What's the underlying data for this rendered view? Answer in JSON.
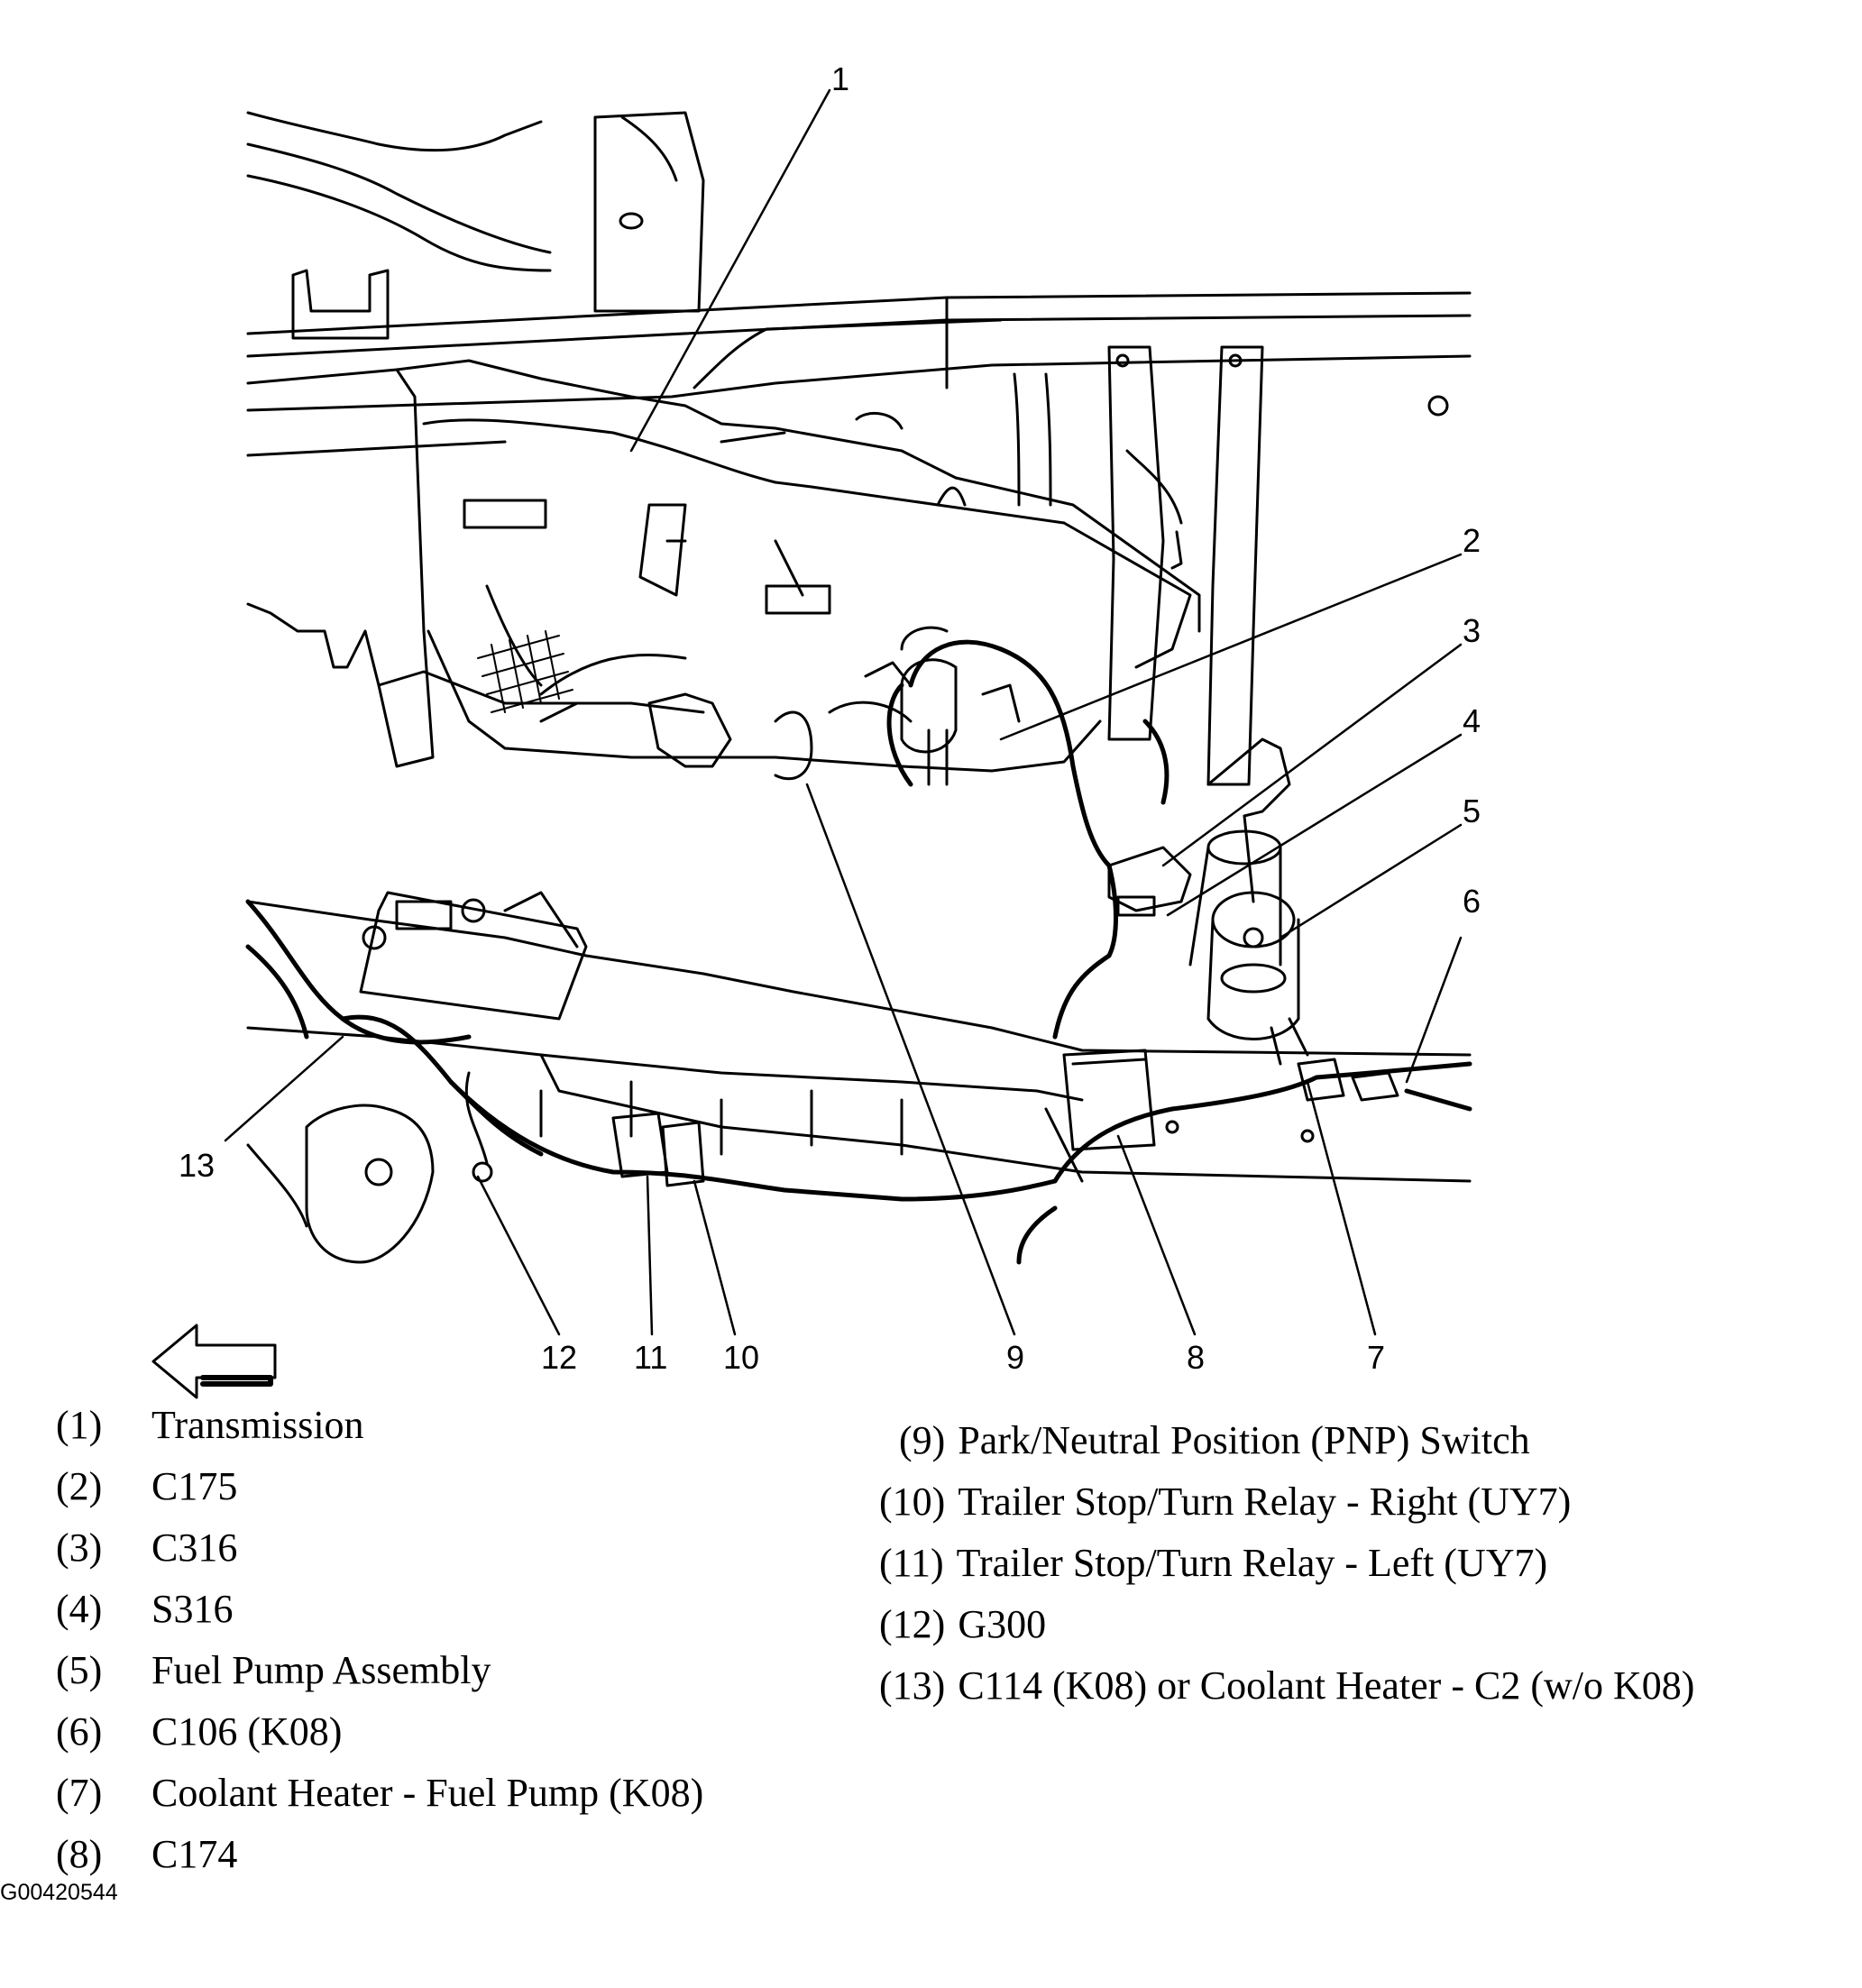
{
  "figure_id": "G00420544",
  "callouts": [
    "1",
    "2",
    "3",
    "4",
    "5",
    "6",
    "7",
    "8",
    "9",
    "10",
    "11",
    "12",
    "13"
  ],
  "legend_left": [
    {
      "num": "(1)",
      "text": "Transmission"
    },
    {
      "num": "(2)",
      "text": "C175"
    },
    {
      "num": "(3)",
      "text": "C316"
    },
    {
      "num": "(4)",
      "text": "S316"
    },
    {
      "num": "(5)",
      "text": "Fuel Pump Assembly"
    },
    {
      "num": "(6)",
      "text": "C106 (K08)"
    },
    {
      "num": "(7)",
      "text": "Coolant Heater - Fuel Pump (K08)"
    },
    {
      "num": "(8)",
      "text": "C174"
    }
  ],
  "legend_right": [
    {
      "num": "(9)",
      "text": "Park/Neutral Position (PNP) Switch"
    },
    {
      "num": "(10)",
      "text": "Trailer Stop/Turn Relay - Right (UY7)"
    },
    {
      "num": "(11)",
      "text": "Trailer Stop/Turn Relay - Left (UY7)"
    },
    {
      "num": "(12)",
      "text": "G300"
    },
    {
      "num": "(13)",
      "text": "C114 (K08) or Coolant Heater - C2 (w/o K08)"
    }
  ],
  "icons": {
    "direction": "left-arrow-icon"
  }
}
